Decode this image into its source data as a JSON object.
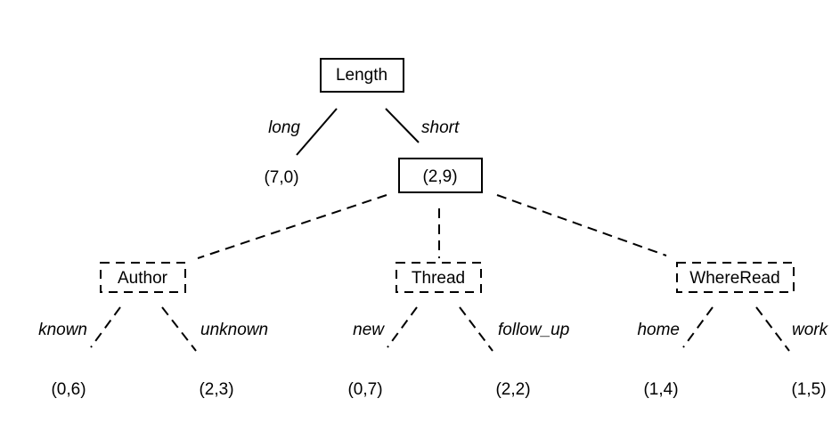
{
  "root": {
    "label": "Length",
    "left_edge": "long",
    "right_edge": "short",
    "left_leaf": "(7,0)",
    "right_child": "(2,9)"
  },
  "splits": [
    {
      "label": "Author",
      "left_edge": "known",
      "right_edge": "unknown",
      "left_leaf": "(0,6)",
      "right_leaf": "(2,3)"
    },
    {
      "label": "Thread",
      "left_edge": "new",
      "right_edge": "follow_up",
      "left_leaf": "(0,7)",
      "right_leaf": "(2,2)"
    },
    {
      "label": "WhereRead",
      "left_edge": "home",
      "right_edge": "work",
      "left_leaf": "(1,4)",
      "right_leaf": "(1,5)"
    }
  ]
}
